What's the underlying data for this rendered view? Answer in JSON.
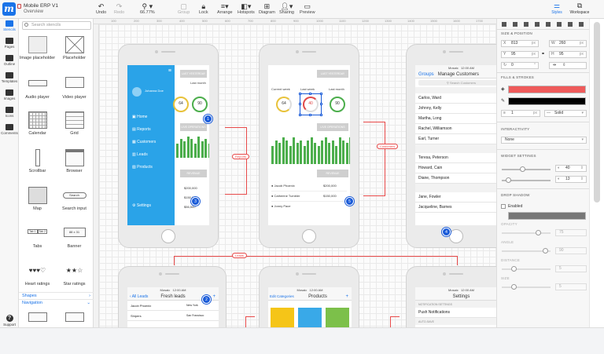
{
  "app": {
    "document_title": "Mobile ERP V1",
    "document_subtitle": "Overview"
  },
  "toolbar": {
    "undo": "Undo",
    "redo": "Redo",
    "zoom": "66.77%",
    "group": "Group",
    "lock": "Lock",
    "arrange": "Arrange",
    "hotspots": "Hotspots",
    "diagram": "Diagram",
    "sharing": "Sharing",
    "preview": "Preview",
    "styles": "Styles",
    "workspace": "Workspace"
  },
  "rail": {
    "items": [
      "Stencils",
      "Pages",
      "Outline",
      "Templates",
      "Images",
      "Icons",
      "Comments"
    ],
    "support": "Support"
  },
  "stencils": {
    "search_placeholder": "Search stencils",
    "items": [
      "Image placeholder",
      "Placeholder",
      "Audio player",
      "Video player",
      "Calendar",
      "Grid",
      "Scrollbar",
      "Browser",
      "Map",
      "Search input",
      "Tabs",
      "Banner",
      "Heart ratings",
      "Star ratings"
    ],
    "search_btn": "Search",
    "banner_text": "88 x 31",
    "tab_labels": [
      "Tab 1",
      "Tab 2"
    ],
    "sections": [
      "Shapes",
      "Navigation"
    ]
  },
  "ruler": [
    "100",
    "200",
    "300",
    "400",
    "500",
    "600",
    "700",
    "800",
    "900",
    "1000",
    "1100",
    "1200",
    "1300",
    "1400",
    "1500",
    "1600",
    "1700"
  ],
  "screens": {
    "menu": {
      "user": "Johanna Doe",
      "items": [
        "Home",
        "Reports",
        "Customers",
        "Leads",
        "Products",
        "Settings"
      ],
      "btn_top": "LAST YESTERDAY",
      "last_month": "Last month",
      "gauge1": "64",
      "gauge2": "90",
      "btn_mid": "LIVE OPERATIONS",
      "btn_low": "REVENUE",
      "vals": [
        "$200,000",
        "$150,000",
        "$56,500"
      ]
    },
    "dashboard": {
      "btn_top": "LAST YESTERDAY",
      "labels": [
        "Current week",
        "Last week",
        "Last month"
      ],
      "gauges": [
        "64",
        "40",
        "90"
      ],
      "pct": "%",
      "btn_mid": "LIVE OPERATIONS",
      "btn_low": "REVENUE",
      "rows": [
        [
          "Jacob Phoenix",
          "$200,000"
        ],
        [
          "Catherine Tumbler",
          "$150,000"
        ],
        [
          "Jonny Pace",
          "$56,500"
        ]
      ]
    },
    "customers": {
      "status": "12:00 AM",
      "tab1": "Groups",
      "tab2": "Manage Customers",
      "search": "Search Customers",
      "list1": [
        "Carlos, Ward",
        "Johnny, Kelly",
        "Martha, Long",
        "Rachel, Williamson",
        "Earl, Turner"
      ],
      "list2": [
        "Teresa, Peterson",
        "Howard, Cain",
        "Diane, Thompson"
      ],
      "list3": [
        "Jane, Fowler",
        "Jacqueline, Barnes"
      ]
    },
    "leads": {
      "back": "All Leads",
      "title": "Fresh leads",
      "rows": [
        [
          "Jacob Phoenix",
          "New York"
        ],
        [
          "Shipers",
          "San Francisco"
        ]
      ]
    },
    "products": {
      "back": "Edit Categories",
      "title": "Products"
    },
    "settings": {
      "title": "Settings",
      "section": "NOTIFICATION SETTINGS",
      "row": "Push Notifications",
      "section2": "AUTO-SAVE"
    },
    "badges": [
      "1",
      "3",
      "5",
      "4",
      "2"
    ],
    "connectors": [
      "Reports",
      "Customers",
      "Leads"
    ],
    "carrier": "Mosaic",
    "time": "12:00 AM"
  },
  "props": {
    "size_title": "SIZE & POSITION",
    "x": "813",
    "y": "95",
    "w": "260",
    "h": "95",
    "rotation": "0",
    "x_label": "X",
    "y_label": "Y",
    "w_label": "W",
    "h_label": "H",
    "unit_px": "px",
    "unit_deg": "°",
    "fill_title": "FILLS & STROKES",
    "fill_color": "#ef5b5b",
    "stroke_color": "#000000",
    "stroke_width": "1",
    "stroke_style": "Solid",
    "interact_title": "INTERACTIVITY",
    "interact_value": "None",
    "widget_title": "WIDGET SETTINGS",
    "widget_val1": "40",
    "widget_val2": "13",
    "widget_val1_frac": 0.42,
    "widget_val2_frac": 0.13,
    "shadow_title": "DROP SHADOW",
    "shadow_enabled": "Enabled",
    "shadow_color": "#777777",
    "opacity_label": "OPACITY",
    "opacity": "75",
    "opacity_frac": 0.75,
    "angle_label": "ANGLE",
    "angle": "90",
    "angle_frac": 0.9,
    "distance_label": "DISTANCE",
    "distance": "5",
    "distance_frac": 0.25,
    "size_label": "SIZE",
    "size": "5",
    "size_frac": 0.25
  },
  "colors": {
    "accent": "#1a73e8",
    "menu_blue": "#2aa3e8",
    "connector": "#e84a4a",
    "bar_green": "#4cae4c"
  }
}
